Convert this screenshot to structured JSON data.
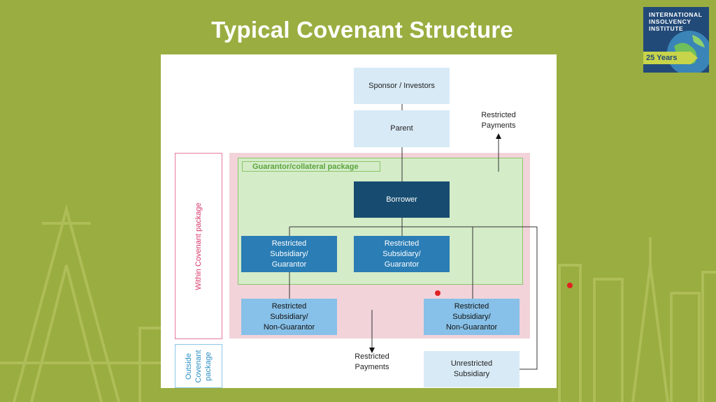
{
  "slide": {
    "title": "Typical Covenant Structure"
  },
  "logo": {
    "text": "INTERNATIONAL\nINSOLVENCY\nINSTITUTE",
    "ribbon": "25 Years"
  },
  "diagram": {
    "nodes": {
      "sponsor": "Sponsor / Investors",
      "parent": "Parent",
      "borrower": "Borrower",
      "restricted_guarantor_left": "Restricted\nSubsidiary/\nGuarantor",
      "restricted_guarantor_right": "Restricted\nSubsidiary/\nGuarantor",
      "restricted_nonguarantor_left": "Restricted\nSubsidiary/\nNon-Guarantor",
      "restricted_nonguarantor_right": "Restricted\nSubsidiary/\nNon-Guarantor",
      "unrestricted": "Unrestricted\nSubsidiary"
    },
    "labels": {
      "restricted_payments_top": "Restricted\nPayments",
      "restricted_payments_bottom": "Restricted\nPayments",
      "guarantor_package": "Guarantor/collateral package",
      "within_covenant": "Within Covenant package",
      "outside_covenant": "Outside\nCovenant\npackage"
    }
  },
  "colors": {
    "background": "#9aad40",
    "dark_node": "#174c70",
    "mid_node": "#2a7db5",
    "light_node": "#d8eaf6",
    "sky_node": "#87c0e8",
    "pink_zone": "#f2d3da",
    "green_zone": "#d4ecc8"
  }
}
